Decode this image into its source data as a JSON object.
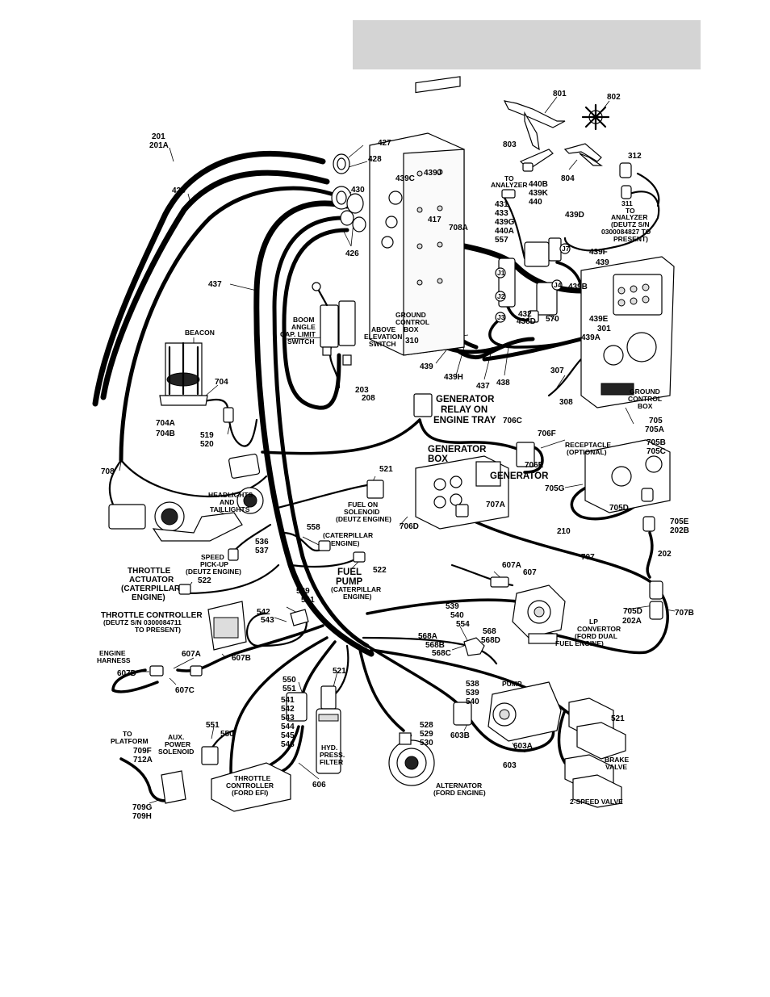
{
  "labels": {
    "l801": "801",
    "l802": "802",
    "l803": "803",
    "l804": "804",
    "l312": "312",
    "l_to_analyzer_a": "TO",
    "l_to_analyzer_b": "ANALYZER",
    "l440b": "440B",
    "l439k": "439K",
    "l440": "440",
    "l431": "431",
    "l433": "433",
    "l439g": "439G",
    "l440a": "440A",
    "l557": "557",
    "l439d": "439D",
    "l311": "311",
    "l311_to": "TO",
    "l311_analyzer": "ANALYZER",
    "l311_deutz": "(DEUTZ S/N",
    "l311_sn": "0300084827 TO",
    "l311_present": "PRESENT)",
    "l439f": "439F",
    "l439": "439",
    "l439b": "439B",
    "l439e": "439E",
    "l301": "301",
    "l439a": "439A",
    "l201": "201",
    "l201a": "201A",
    "l427": "427",
    "l428": "428",
    "l438": "438",
    "l430": "430",
    "l439c": "439C",
    "l439j": "439J",
    "l417": "417",
    "l708a": "708A",
    "l426": "426",
    "l437": "437",
    "boom_1": "BOOM",
    "boom_2": "ANGLE",
    "boom_3": "CAP. LIMIT",
    "boom_4": "SWITCH",
    "above_1": "ABOVE",
    "above_2": "ELEVATION",
    "above_3": "SWITCH",
    "gcb_1": "GROUND",
    "gcb_2": "CONTROL",
    "gcb_3": "BOX",
    "l310": "310",
    "l439_b": "439",
    "l439h": "439H",
    "l437_b": "437",
    "l438_b": "438",
    "l432": "432",
    "l438d": "438D",
    "l570": "570",
    "j1": "J1",
    "j2": "J2",
    "j3": "J3",
    "j4": "J4",
    "j7": "J7",
    "beacon": "BEACON",
    "l704": "704",
    "l704a": "704A",
    "l704b": "704B",
    "l519": "519",
    "l520": "520",
    "l203": "203",
    "l208": "208",
    "gen_relay_1": "GENERATOR",
    "gen_relay_2": "RELAY ON",
    "gen_relay_3": "ENGINE TRAY",
    "l706c": "706C",
    "l307": "307",
    "l308": "308",
    "gcb2_1": "GROUND",
    "gcb2_2": "CONTROL",
    "gcb2_3": "BOX",
    "l706f": "706F",
    "gen_box_1": "GENERATOR",
    "gen_box_2": "BOX",
    "l706e": "706E",
    "generator": "GENERATOR",
    "l705": "705",
    "l705a": "705A",
    "l705b": "705B",
    "l705c": "705C",
    "receptacle_1": "RECEPTACLE",
    "receptacle_2": "(OPTIONAL)",
    "l705g": "705G",
    "l705d": "705D",
    "l705e": "705E",
    "l202b": "202B",
    "l210": "210",
    "l202": "202",
    "l706d": "706D",
    "l707a": "707A",
    "l707": "707",
    "l708": "708",
    "l521": "521",
    "fuel_on_1": "FUEL ON",
    "fuel_on_2": "SOLENOID",
    "fuel_on_3": "(DEUTZ ENGINE)",
    "headlights_1": "HEADLIGHTS",
    "headlights_2": "AND",
    "headlights_3": "TAILLIGHTS",
    "l558": "558",
    "cat_eng_1": "(CATERPILLAR",
    "cat_eng_2": "ENGINE)",
    "l536": "536",
    "l537": "537",
    "speed_1": "SPEED",
    "speed_2": "PICK-UP",
    "speed_3": "(DEUTZ ENGINE)",
    "fuel_pump_1": "FUEL",
    "fuel_pump_2": "PUMP",
    "fuel_pump_3": "(CATERPILLAR",
    "fuel_pump_4": "ENGINE)",
    "l522": "522",
    "l522_b": "522",
    "throttle_act_1": "THROTTLE",
    "throttle_act_2": "ACTUATOR",
    "throttle_act_3": "(CATERPILLAR",
    "throttle_act_4": "ENGINE)",
    "l607a": "607A",
    "l607": "607",
    "l539": "539",
    "l541": "541",
    "throttle_ctl_1": "THROTTLE CONTROLLER",
    "throttle_ctl_2": "(DEUTZ S/N 0300084711",
    "throttle_ctl_3": "TO PRESENT)",
    "l542": "542",
    "l543": "543",
    "l539_b": "539",
    "l540": "540",
    "l554": "554",
    "lp_1": "LP",
    "lp_2": "CONVERTOR",
    "lp_3": "(FORD DUAL",
    "lp_4": "FUEL ENGINE)",
    "l705d_b": "705D",
    "l202a": "202A",
    "l707b": "707B",
    "l568a": "568A",
    "l568b": "568B",
    "l568c": "568C",
    "l568": "568",
    "l568d": "568D",
    "engine_harness_1": "ENGINE",
    "engine_harness_2": "HARNESS",
    "l607a_b": "607A",
    "l607b": "607B",
    "l607d": "607D",
    "l607c": "607C",
    "l550": "550",
    "l551": "551",
    "l521_b": "521",
    "l541_b": "541",
    "l542_b": "542",
    "l543_b": "543",
    "l544": "544",
    "l545": "545",
    "l548": "548",
    "l538": "538",
    "l539_c": "539",
    "l540_b": "540",
    "pump": "PUMP",
    "l521_c": "521",
    "l528": "528",
    "l529": "529",
    "l530": "530",
    "l603b": "603B",
    "l603a": "603A",
    "l603": "603",
    "brake_1": "BRAKE",
    "brake_2": "VALVE",
    "two_speed": "2-SPEED VALVE",
    "to_platform_1": "TO",
    "to_platform_2": "PLATFORM",
    "l709f": "709F",
    "l712a": "712A",
    "aux_1": "AUX.",
    "aux_2": "POWER",
    "aux_3": "SOLENOID",
    "l551_b": "551",
    "l550_b": "550",
    "hyd_1": "HYD.",
    "hyd_2": "PRESS.",
    "hyd_3": "FILTER",
    "throttle_efi_1": "THROTTLE",
    "throttle_efi_2": "CONTROLLER",
    "throttle_efi_3": "(FORD EFI)",
    "l606": "606",
    "alt_1": "ALTERNATOR",
    "alt_2": "(FORD ENGINE)",
    "l709g": "709G",
    "l709h": "709H"
  }
}
